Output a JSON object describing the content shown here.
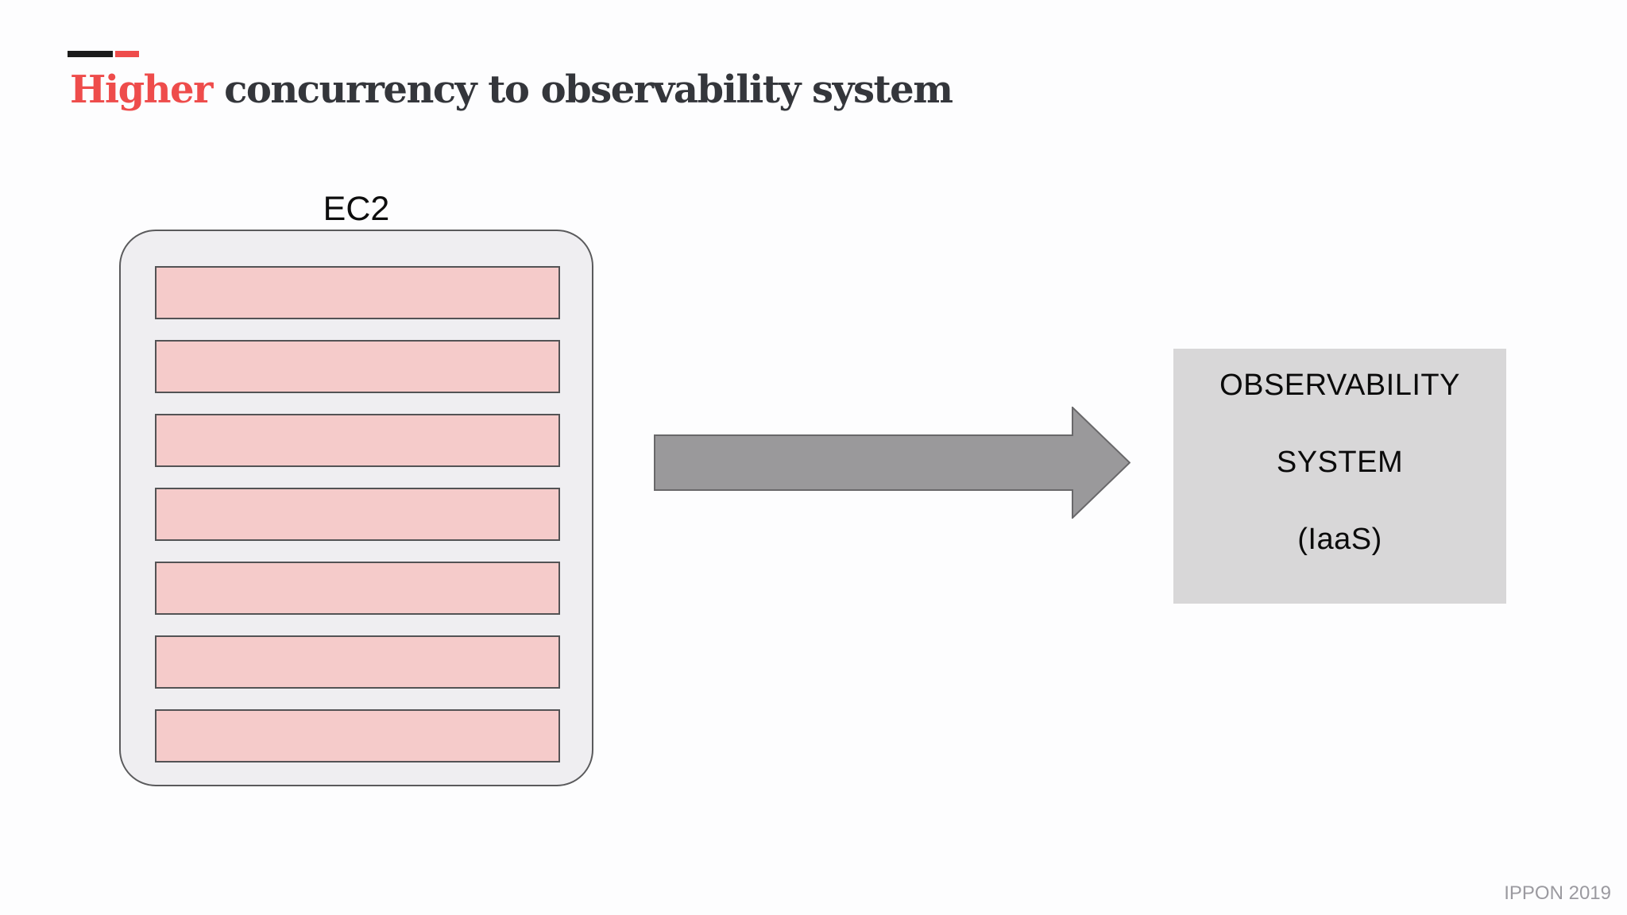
{
  "title": {
    "highlight": "Higher",
    "rest": " concurrency to observability system"
  },
  "diagram": {
    "source_label": "EC2",
    "instance_count": 7,
    "arrow_icon": "right-arrow",
    "target_lines": [
      "OBSERVABILITY",
      "SYSTEM",
      "(IaaS)"
    ]
  },
  "footer": {
    "credit": "IPPON 2019"
  },
  "colors": {
    "accent_red": "#ee4c4b",
    "dash_dark": "#1b1b1b",
    "title_dark": "#34363b",
    "container_fill": "#efeef1",
    "container_border": "#5a5a5c",
    "instance_fill": "#f5cbca",
    "instance_border": "#535355",
    "arrow_fill": "#9a999b",
    "arrow_border": "#69686a",
    "target_fill": "#d8d7d8",
    "footer_gray": "#9b9aa0"
  }
}
